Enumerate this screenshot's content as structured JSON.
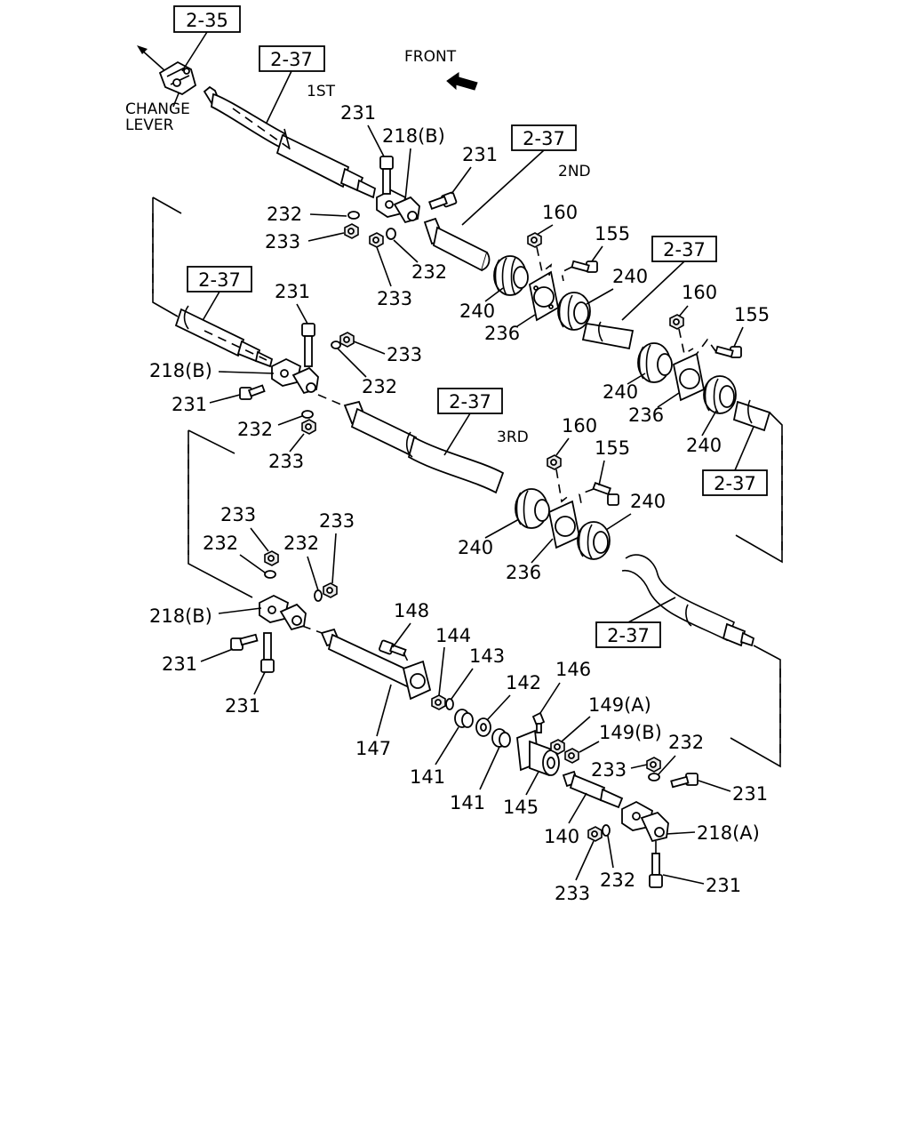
{
  "title": "",
  "labels": {
    "ref_235": "2-35",
    "ref_237": "2-37",
    "front": "FRONT",
    "change_lever_1": "CHANGE",
    "change_lever_2": "LEVER",
    "gear_1st": "1ST",
    "gear_2nd": "2ND",
    "gear_3rd": "3RD",
    "p140": "140",
    "p141": "141",
    "p142": "142",
    "p143": "143",
    "p144": "144",
    "p145": "145",
    "p146": "146",
    "p147": "147",
    "p148": "148",
    "p149a": "149(A)",
    "p149b": "149(B)",
    "p155": "155",
    "p160": "160",
    "p218a": "218(A)",
    "p218b": "218(B)",
    "p231": "231",
    "p232": "232",
    "p233": "233",
    "p236": "236",
    "p240": "240"
  }
}
